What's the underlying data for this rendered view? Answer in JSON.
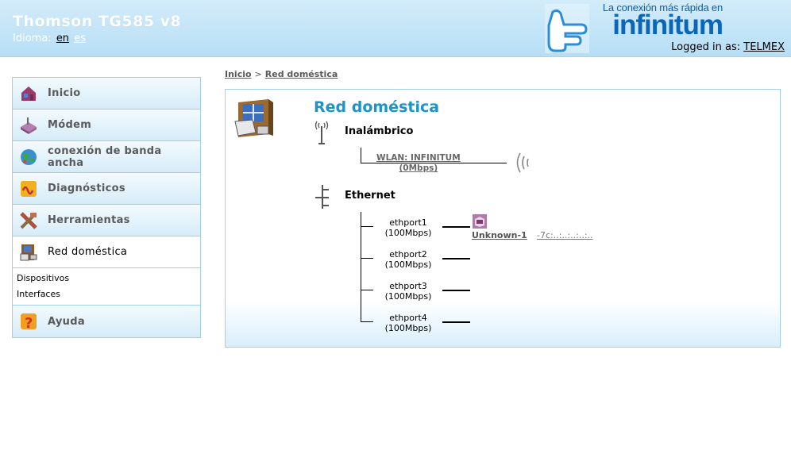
{
  "header": {
    "title": "Thomson TG585 v8",
    "language_label": "Idioma:",
    "languages": [
      {
        "code": "en",
        "active": true
      },
      {
        "code": "es",
        "active": false
      }
    ],
    "brand_tagline": "La conexión más rápida en",
    "brand_name": "infinitum",
    "logged_in_label": "Logged in as:",
    "user": "TELMEX"
  },
  "sidebar": {
    "items": [
      {
        "label": "Inicio",
        "icon": "home-icon"
      },
      {
        "label": "Módem",
        "icon": "modem-icon"
      },
      {
        "label": "conexión de banda ancha",
        "icon": "globe-icon"
      },
      {
        "label": "Diagnósticos",
        "icon": "diagnostics-icon"
      },
      {
        "label": "Herramientas",
        "icon": "tools-icon"
      },
      {
        "label": "Red doméstica",
        "icon": "home-network-icon",
        "active": true
      },
      {
        "label": "Ayuda",
        "icon": "help-icon"
      }
    ],
    "subitems": [
      "Dispositivos",
      "Interfaces"
    ]
  },
  "breadcrumb": {
    "home": "Inicio",
    "separator": ">",
    "current": "Red doméstica"
  },
  "content": {
    "title": "Red doméstica",
    "wireless": {
      "title": "Inalámbrico",
      "wlan_name": "WLAN: INFINITUM",
      "wlan_speed": "(0Mbps)"
    },
    "ethernet": {
      "title": "Ethernet",
      "ports": [
        {
          "name": "ethport1",
          "speed": "(100Mbps)"
        },
        {
          "name": "ethport2",
          "speed": "(100Mbps)"
        },
        {
          "name": "ethport3",
          "speed": "(100Mbps)"
        },
        {
          "name": "ethport4",
          "speed": "(100Mbps)"
        }
      ],
      "device": {
        "name": "Unknown-1",
        "mac": "-7c:..:..:..:..:.."
      }
    }
  },
  "colors": {
    "accent": "#1f93c6",
    "header_bg": "#c6e6f8",
    "brand": "#0b66b8"
  }
}
